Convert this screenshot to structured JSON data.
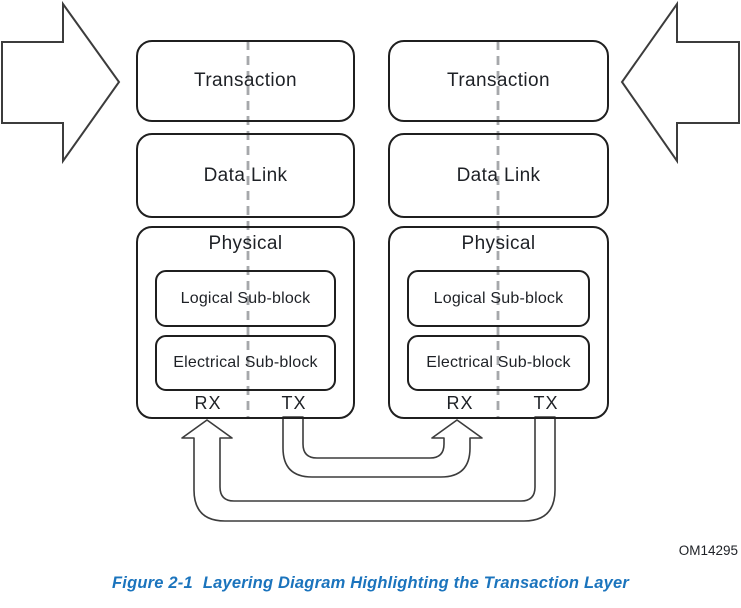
{
  "figure": {
    "watermark": "OM14295",
    "caption_label": "Figure 2-1",
    "caption_title": "Layering Diagram Highlighting the Transaction Layer"
  },
  "stacks": [
    {
      "side": "left",
      "transaction_label": "Transaction",
      "data_link_label": "Data Link",
      "physical_label": "Physical",
      "logical_sub_block_label": "Logical Sub-block",
      "electrical_sub_block_label": "Electrical Sub-block",
      "rx_label": "RX",
      "tx_label": "TX"
    },
    {
      "side": "right",
      "transaction_label": "Transaction",
      "data_link_label": "Data Link",
      "physical_label": "Physical",
      "logical_sub_block_label": "Logical Sub-block",
      "electrical_sub_block_label": "Electrical Sub-block",
      "rx_label": "RX",
      "tx_label": "TX"
    }
  ],
  "colors": {
    "line": "#3c3c3c",
    "block_border": "#1f1f1f",
    "dashed_divider": "#a6a8ab",
    "caption_blue": "#1b74bd",
    "text": "#1e2126",
    "background": "#ffffff"
  }
}
